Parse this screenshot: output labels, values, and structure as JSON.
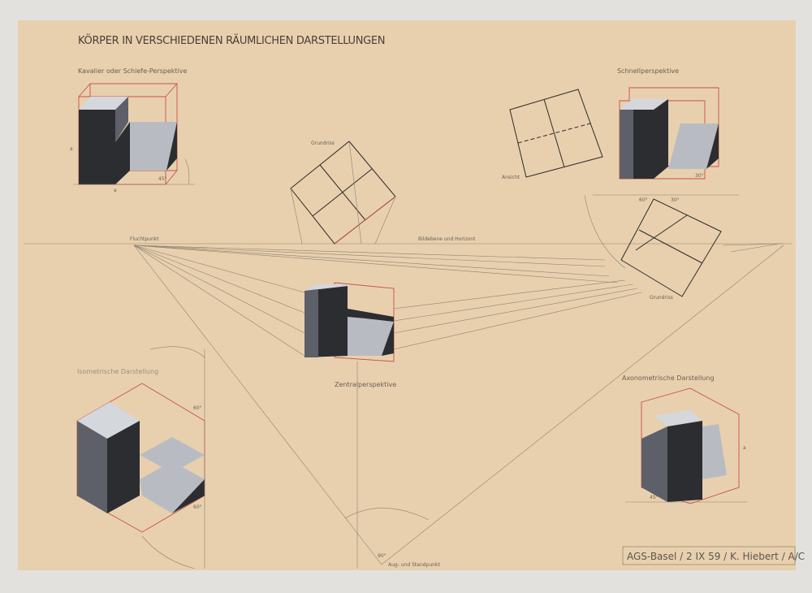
{
  "title": "KÖRPER IN VERSCHIEDENEN RÄUMLICHEN DARSTELLUNGEN",
  "sections": {
    "kavalier": "Kavalier oder Schiefe-Perspektive",
    "schnell": "Schnellperspektive",
    "grundriss_top": "Grundriss",
    "grundriss_right": "Grundriss",
    "ansicht": "Ansicht",
    "fluchtpunkt": "Fluchtpunkt",
    "bildebene": "Bildebene und Horizont",
    "zentral": "Zentralperspektive",
    "isometrisch": "Isometrische Darstellung",
    "axonometrisch": "Axonometrische Darstellung",
    "augpunkt": "Aug- und Standpunkt"
  },
  "annotations": {
    "a": "a",
    "deg45": "45°",
    "deg30": "30°",
    "deg60": "60°",
    "deg90": "90°"
  },
  "signature": "AGS-Basel / 2 IX 59 / K. Hiebert / A/C",
  "colors": {
    "paper": "#e8d0ae",
    "construction_red": "#c8504a",
    "dark_face": "#2c2d31",
    "light_face": "#b8bcc2"
  }
}
